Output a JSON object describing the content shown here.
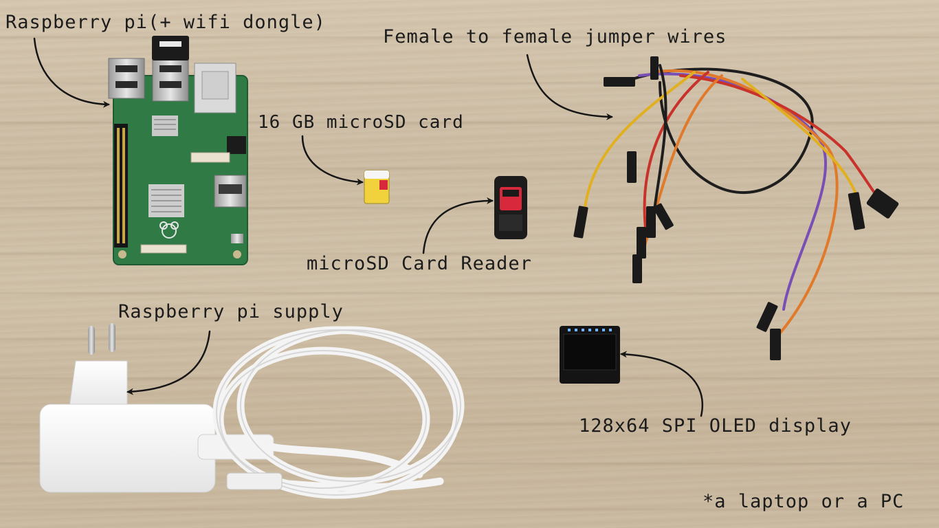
{
  "labels": {
    "raspberry_pi": "Raspberry pi(+ wifi dongle)",
    "jumper_wires": "Female to female jumper wires",
    "microsd_card": "16 GB microSD card",
    "card_reader": "microSD Card Reader",
    "pi_supply": "Raspberry pi supply",
    "oled_display": "128x64 SPI OLED display",
    "laptop_note": "*a laptop or a PC"
  },
  "colors": {
    "pcb_green": "#2f7a45",
    "wire_yellow": "#e0b020",
    "wire_orange": "#e07a2a",
    "wire_red": "#c8322a",
    "wire_purple": "#7a4fb5",
    "wire_black": "#1e1e1e",
    "reader_red": "#d8283c",
    "oled_pixels": "#6fb6ff"
  }
}
